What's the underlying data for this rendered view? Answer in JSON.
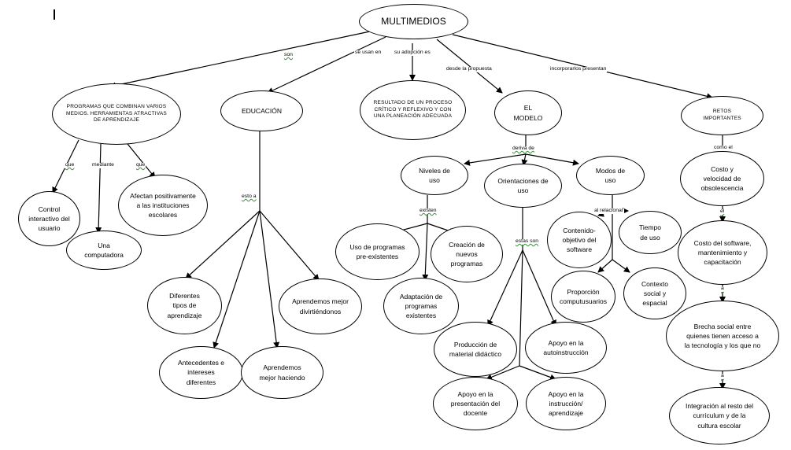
{
  "title": "MULTIMEDIOS",
  "nodes": {
    "multimedios": "MULTIMEDIOS",
    "programas": "PROGRAMAS QUE COMBINAN VARIOS MEDIOS. HERRAMIENTAS ATRACTIVAS DE APRENDIZAJE",
    "educacion": "EDUCACIÓN",
    "resultado": "RESULTADO DE UN PROCESO CRÍTICO Y REFLEXIVO Y CON UNA PLANEACIÓN ADECUADA",
    "modelo": "EL MODELO",
    "retos": "RETOS IMPORTANTES",
    "control": "Control interactivo del usuario",
    "computadora": "Una computadora",
    "afectan": "Afectan positivamente a las instituciones escolares",
    "diferentes": "Diferentes tipos de aprendizaje",
    "antecedentes": "Antecedentes e intereses diferentes",
    "mejor_haciendo": "Aprendemos mejor haciendo",
    "divirtiendonos": "Aprendemos mejor divirtiéndonos",
    "niveles": "Niveles de uso",
    "orientaciones": "Orientaciones de uso",
    "modos": "Modos de uso",
    "uso_programas": "Uso de programas pre-existentes",
    "creacion": "Creación de nuevos programas",
    "adaptacion": "Adaptación de programas existentes",
    "contenido": "Contenido-objetivo del software",
    "tiempo": "Tiempo de uso",
    "proporcion": "Proporción computusuarios",
    "contexto": "Contexto social y espacial",
    "produccion": "Producción de material didáctico",
    "autoinstruccion": "Apoyo en la autoinstrucción",
    "presentacion": "Apoyo en la presentación del docente",
    "instruccion": "Apoyo en la instrucción/ aprendizaje",
    "costo_vel": "Costo y velocidad de obsolescencia",
    "costo_soft": "Costo del software, mantenimiento y capacitación",
    "brecha": "Brecha social entre quienes tienen acceso a la tecnología y los que no",
    "integracion": "Integración al resto del currículum y de la cultura escolar"
  },
  "labels": {
    "son": "son",
    "se_usan_en": "se usan en",
    "su_adopcion": "su adopción es",
    "desde_propuesta": "desde la propuesta",
    "incorporarlos": "incorporarlos presentan",
    "que": "que",
    "mediante": "mediante",
    "que2": "que",
    "esto": "esto a",
    "deriva_de": "deriva de",
    "existen": "existen",
    "estas_son": "estas son",
    "al_relacionar": "al relacionar",
    "como_el": "como el",
    "e1": "el",
    "a1": "a",
    "a2": "a"
  },
  "colors": {
    "line": "#000000",
    "squiggle": "#3a8d3a"
  }
}
